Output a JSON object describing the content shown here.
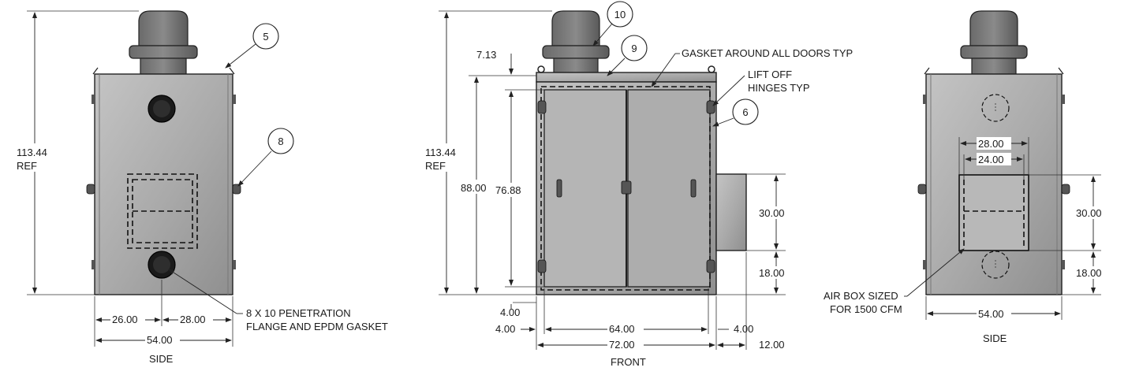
{
  "dimensions": {
    "height_ref": "113.44",
    "ref": "REF",
    "side_26": "26.00",
    "side_28": "28.00",
    "side_54": "54.00",
    "front_713": "7.13",
    "front_88": "88.00",
    "front_7688": "76.88",
    "front_4_bottom": "4.00",
    "front_4_left": "4.00",
    "front_64": "64.00",
    "front_72": "72.00",
    "front_4_right": "4.00",
    "front_12": "12.00",
    "front_30": "30.00",
    "front_18": "18.00",
    "right_28": "28.00",
    "right_24": "24.00",
    "right_30": "30.00",
    "right_18": "18.00",
    "right_54": "54.00"
  },
  "callouts": {
    "gasket": "GASKET AROUND ALL DOORS TYP",
    "lift_off_1": "LIFT OFF",
    "lift_off_2": "HINGES TYP",
    "penetration_1": "8 X 10 PENETRATION",
    "penetration_2": "FLANGE AND EPDM GASKET",
    "airbox_1": "AIR BOX SIZED",
    "airbox_2": "FOR 1500 CFM"
  },
  "balloons": [
    "5",
    "8",
    "10",
    "9",
    "6"
  ],
  "view_labels": {
    "side_left": "SIDE",
    "front": "FRONT",
    "side_right": "SIDE"
  }
}
